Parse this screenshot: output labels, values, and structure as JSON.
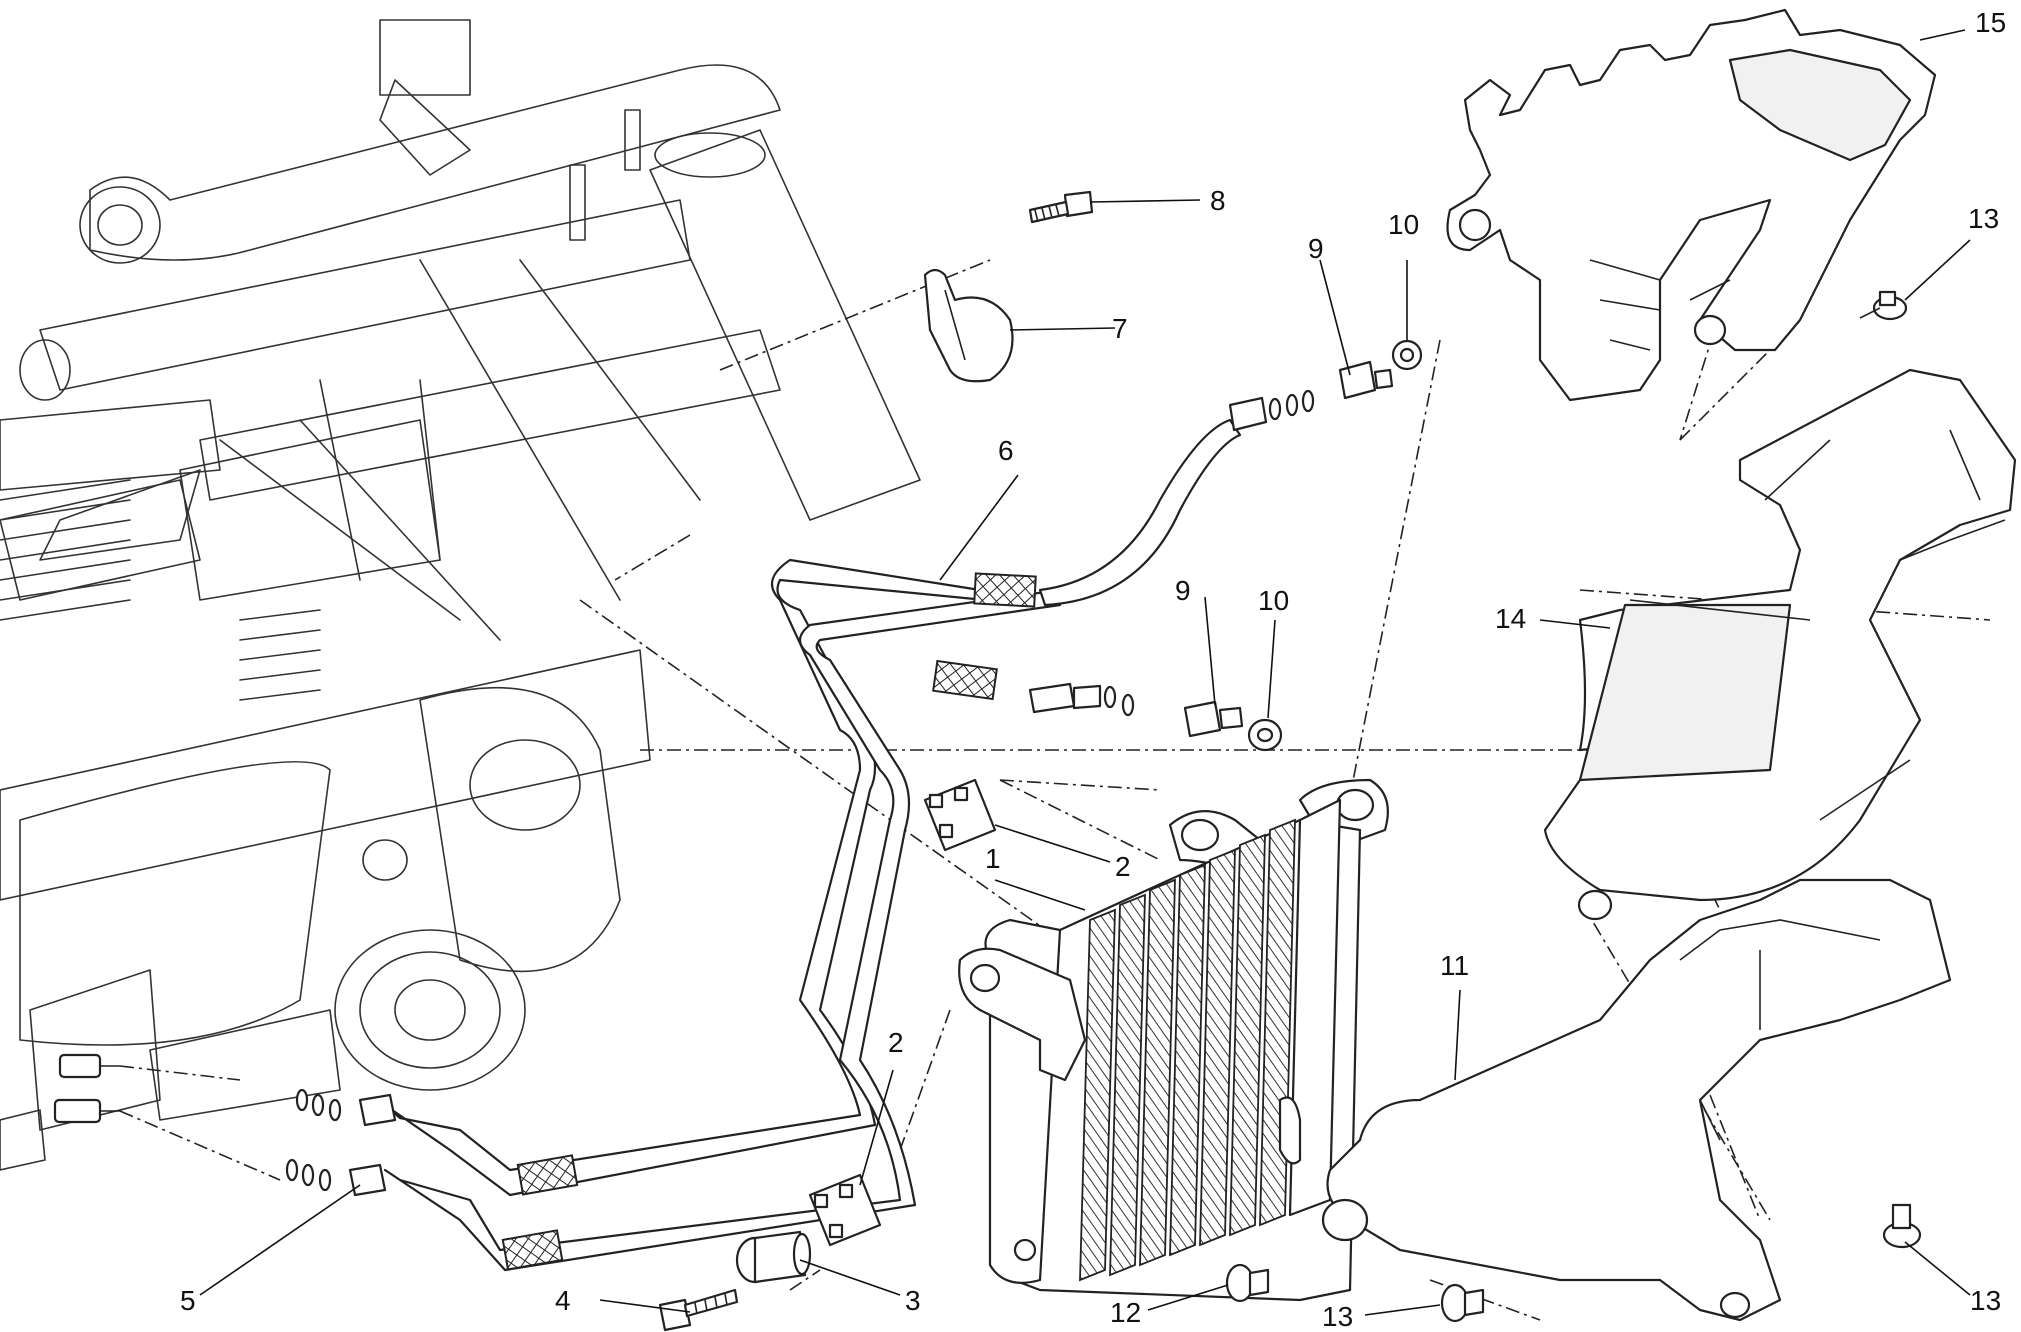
{
  "diagram": {
    "callouts": [
      {
        "id": "c1",
        "label": "1"
      },
      {
        "id": "c2a",
        "label": "2"
      },
      {
        "id": "c2b",
        "label": "2"
      },
      {
        "id": "c3",
        "label": "3"
      },
      {
        "id": "c4",
        "label": "4"
      },
      {
        "id": "c5",
        "label": "5"
      },
      {
        "id": "c6",
        "label": "6"
      },
      {
        "id": "c7",
        "label": "7"
      },
      {
        "id": "c8",
        "label": "8"
      },
      {
        "id": "c9a",
        "label": "9"
      },
      {
        "id": "c9b",
        "label": "9"
      },
      {
        "id": "c10a",
        "label": "10"
      },
      {
        "id": "c10b",
        "label": "10"
      },
      {
        "id": "c11",
        "label": "11"
      },
      {
        "id": "c12",
        "label": "12"
      },
      {
        "id": "c13a",
        "label": "13"
      },
      {
        "id": "c13b",
        "label": "13"
      },
      {
        "id": "c13c",
        "label": "13"
      },
      {
        "id": "c14",
        "label": "14"
      },
      {
        "id": "c15",
        "label": "15"
      }
    ]
  }
}
